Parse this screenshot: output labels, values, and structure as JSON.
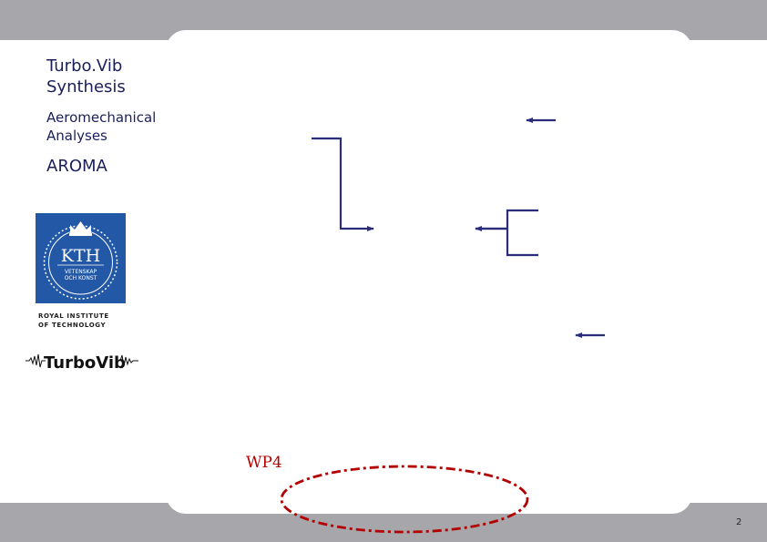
{
  "header": {
    "title_line1": "Turbo.Vib",
    "title_line2": "Synthesis"
  },
  "sidebar": {
    "subtitle_line1": "Aeromechanical",
    "subtitle_line2": "Analyses",
    "project": "AROMA",
    "kth_logo": {
      "monogram": "KTH",
      "motto_line1": "VETENSKAP",
      "motto_line2": "OCH KONST",
      "caption_line1": "ROYAL INSTITUTE",
      "caption_line2": "OF TECHNOLOGY"
    },
    "turbovib_logo": {
      "text_part1": "Turbo",
      "text_part2": "Vib"
    }
  },
  "diagram": {
    "wp_label": "WP4"
  },
  "footer": {
    "page_number": "2"
  },
  "colors": {
    "bars": "#a7a6ab",
    "arrows": "#2b2d7a",
    "ellipse": "#b30000",
    "kth_blue": "#2258a5"
  }
}
